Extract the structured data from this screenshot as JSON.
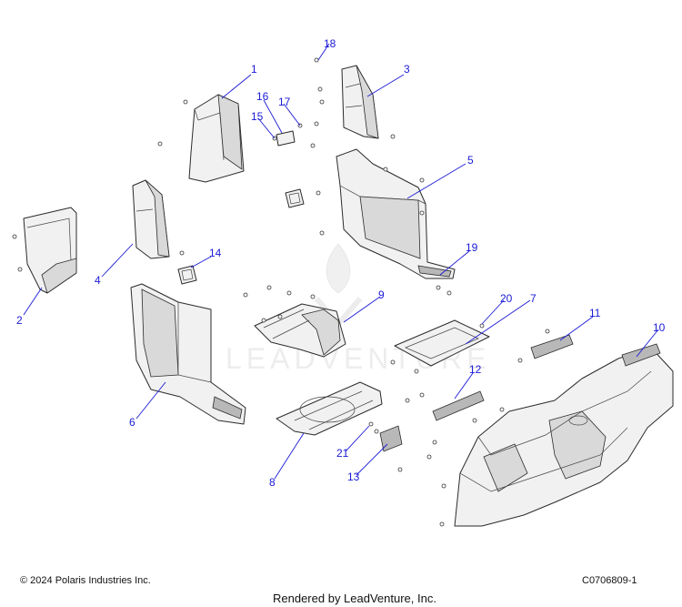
{
  "watermark": "LEADVENTURE",
  "copyright": "© 2024 Polaris Industries Inc.",
  "diagram_id": "C0706809-1",
  "rendered_by": "Rendered by LeadVenture, Inc.",
  "callouts": [
    "1",
    "2",
    "3",
    "4",
    "5",
    "6",
    "7",
    "8",
    "9",
    "10",
    "11",
    "12",
    "13",
    "14",
    "15",
    "16",
    "17",
    "18",
    "19",
    "20",
    "21"
  ],
  "colors": {
    "callout": "#1a1ad6",
    "part_fill": "#f1f1f1",
    "outline": "#2b2b2b"
  }
}
